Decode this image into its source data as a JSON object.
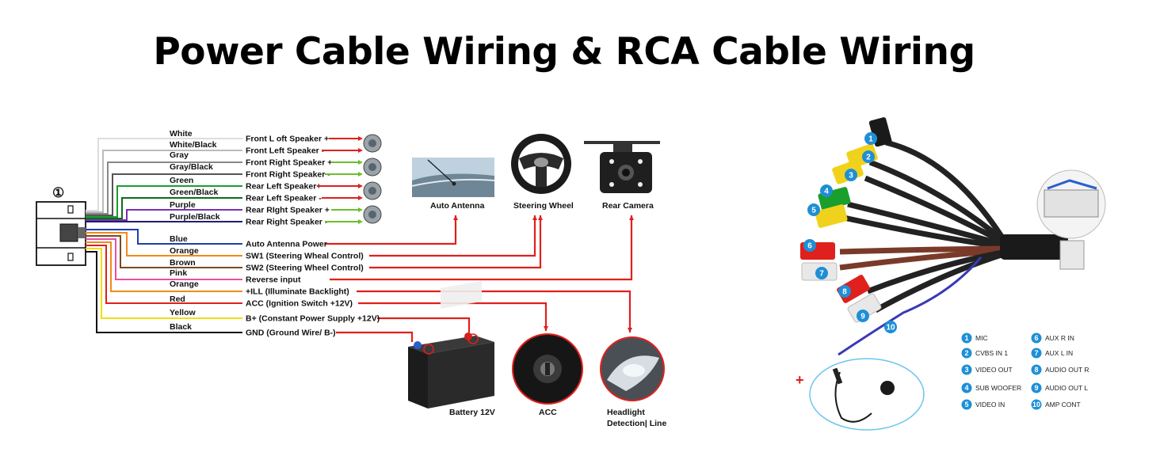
{
  "title": "Power Cable Wiring & RCA Cable Wiring",
  "connector_label": "①",
  "wires": [
    {
      "color_name": "White",
      "function": "Front L oft Speaker +",
      "hex": "#dddddd"
    },
    {
      "color_name": "White/Black",
      "function": "Front Left Speaker -",
      "hex": "#bbbbbb"
    },
    {
      "color_name": "Gray",
      "function": "Front Right Speaker +",
      "hex": "#888888"
    },
    {
      "color_name": "Gray/Black",
      "function": "Front Right Speaker -",
      "hex": "#555555"
    },
    {
      "color_name": "Green",
      "function": "Rear Left Speaker+",
      "hex": "#1a9e2c"
    },
    {
      "color_name": "Green/Black",
      "function": "Rear Left Speaker -",
      "hex": "#0f6b1c"
    },
    {
      "color_name": "Purple",
      "function": "Rear RIght Speaker +",
      "hex": "#7b2fb5"
    },
    {
      "color_name": "Purple/Black",
      "function": "Rear Right Speaker -",
      "hex": "#1e1e6e"
    },
    {
      "color_name": "Blue",
      "function": "Auto Antenna Power",
      "hex": "#1c3fb0"
    },
    {
      "color_name": "Orange",
      "function": "SW1 (Steering Wheal Control)",
      "hex": "#f08a1a"
    },
    {
      "color_name": "Brown",
      "function": "SW2 (Steering Wheel Control)",
      "hex": "#7a4a1e"
    },
    {
      "color_name": "Pink",
      "function": "Reverse input",
      "hex": "#e64fa8"
    },
    {
      "color_name": "Orange",
      "function": "+ILL (Illuminate Backlight)",
      "hex": "#f08a1a"
    },
    {
      "color_name": "Red",
      "function": "ACC (Ignition Switch +12V)",
      "hex": "#e0201c"
    },
    {
      "color_name": "Yellow",
      "function": "B+ (Constant Power Supply +12V)",
      "hex": "#f2dc18"
    },
    {
      "color_name": "Black",
      "function": "GND (Ground Wire/ B-)",
      "hex": "#111111"
    }
  ],
  "devices": {
    "antenna": "Auto Antenna",
    "steering": "Steering Wheel",
    "camera": "Rear Camera",
    "battery": "Battery 12V",
    "acc": "ACC",
    "headlight_1": "Headlight",
    "headlight_2": "Detection| Line"
  },
  "rca_legend": [
    {
      "num": "1",
      "label": "MIC"
    },
    {
      "num": "2",
      "label": "CVBS IN 1"
    },
    {
      "num": "3",
      "label": "VIDEO OUT"
    },
    {
      "num": "4",
      "label": "SUB WOOFER"
    },
    {
      "num": "5",
      "label": "VIDEO IN"
    },
    {
      "num": "6",
      "label": "AUX R IN"
    },
    {
      "num": "7",
      "label": "AUX L IN"
    },
    {
      "num": "8",
      "label": "AUDIO OUT R"
    },
    {
      "num": "9",
      "label": "AUDIO OUT L"
    },
    {
      "num": "10",
      "label": "AMP CONT"
    }
  ],
  "plus_sign": "+",
  "colors": {
    "accent_red": "#e0201c",
    "badge_blue": "#1e8fd6",
    "speaker_arrow_green": "#6cbf2a"
  }
}
